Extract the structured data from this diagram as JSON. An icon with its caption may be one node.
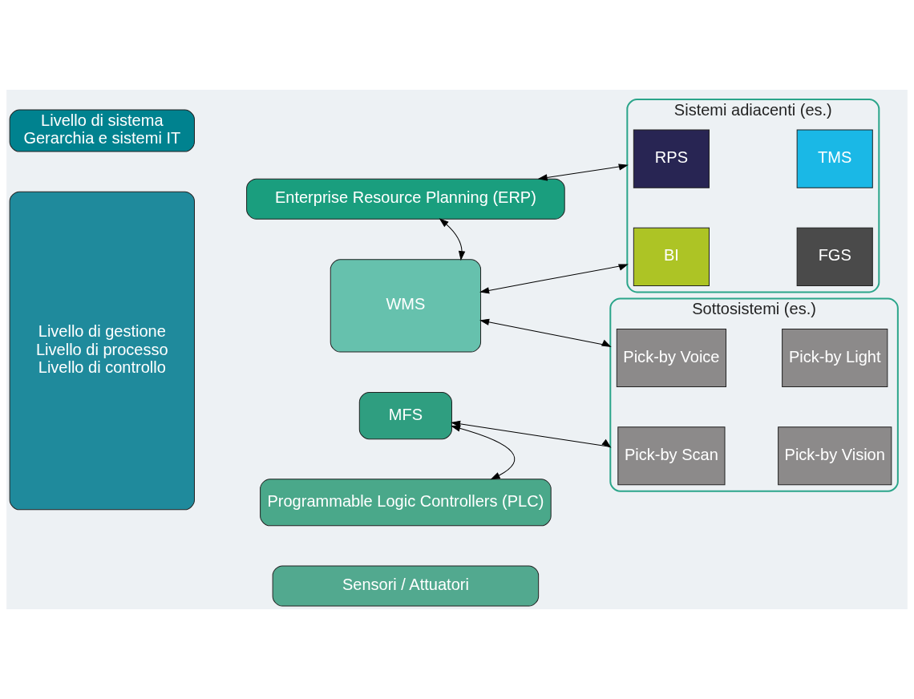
{
  "diagram": {
    "nodes": [
      {
        "text": [
          "Livello di sistema",
          "Gerarchia e sistemi IT"
        ]
      },
      {
        "text": [
          "Livello di gestione",
          "Livello di processo",
          "Livello di controllo"
        ]
      },
      {
        "text": [
          "Enterprise Resource Planning (ERP)"
        ]
      },
      {
        "text": [
          "WMS"
        ]
      },
      {
        "text": [
          "MFS"
        ]
      },
      {
        "text": [
          "Programmable Logic Controllers (PLC)"
        ]
      },
      {
        "text": [
          "Sensori / Attuatori"
        ]
      },
      {
        "text": [
          "Sistemi adiacenti (es.)"
        ]
      },
      {
        "text": [
          "RPS"
        ],
        "in": 7
      },
      {
        "text": [
          "TMS"
        ],
        "in": 7
      },
      {
        "text": [
          "BI"
        ],
        "in": 7
      },
      {
        "text": [
          "FGS"
        ],
        "in": 7
      },
      {
        "text": [
          "Sottosistemi (es.)"
        ]
      },
      {
        "text": [
          "Pick-by Voice"
        ],
        "in": 12
      },
      {
        "text": [
          "Pick-by Light"
        ],
        "in": 12
      },
      {
        "text": [
          "Pick-by Scan"
        ],
        "in": 12
      },
      {
        "text": [
          "Pick-by Vision"
        ],
        "in": 12
      }
    ],
    "edges": [
      {
        "from": 2,
        "to": 3,
        "arrow": "both"
      },
      {
        "from": 2,
        "to": 7,
        "arrow": "both"
      },
      {
        "from": 3,
        "to": 7,
        "arrow": "both"
      },
      {
        "from": 12,
        "to": 3,
        "arrow": "both"
      },
      {
        "from": 12,
        "to": 4,
        "arrow": "both"
      },
      {
        "from": 4,
        "to": 5,
        "arrow": "both"
      }
    ]
  }
}
